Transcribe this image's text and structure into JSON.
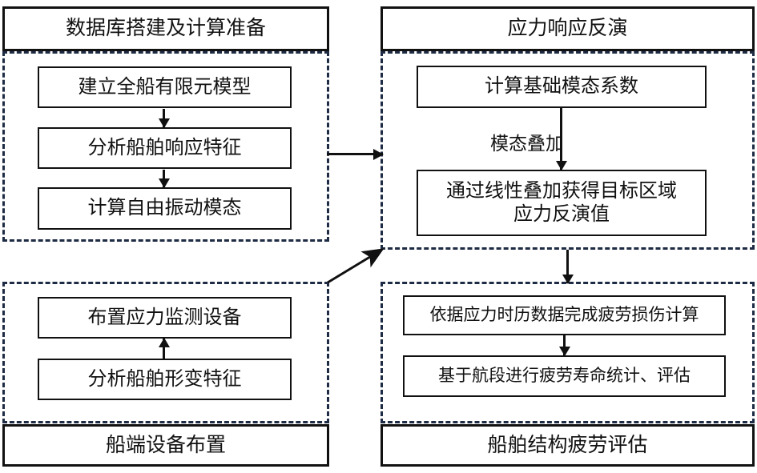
{
  "diagram": {
    "title_quadrants": 4,
    "colors": {
      "solid_stroke": "#111111",
      "dashed_stroke": "#1e2b44",
      "background": "#ffffff"
    },
    "quadrants": [
      {
        "id": "database-setup",
        "header_position": "top",
        "header": "数据库搭建及计算准备",
        "steps": [
          "建立全船有限元模型",
          "分析船舶响应特征",
          "计算自由振动模态"
        ],
        "step_flow": "downward"
      },
      {
        "id": "stress-response-inversion",
        "header_position": "top",
        "header": "应力响应反演",
        "steps": [
          "计算基础模态系数",
          "通过线性叠加获得目标区域应力反演值"
        ],
        "steps_lines": [
          [
            "计算基础模态系数"
          ],
          [
            "通过线性叠加获得目标区域",
            "应力反演值"
          ]
        ],
        "edge_label": "模态叠加",
        "step_flow": "downward"
      },
      {
        "id": "shipboard-equipment-layout",
        "header_position": "bottom",
        "header": "船端设备布置",
        "steps": [
          "布置应力监测设备",
          "分析船舶形变特征"
        ],
        "step_flow": "upward"
      },
      {
        "id": "ship-structure-fatigue-assessment",
        "header_position": "bottom",
        "header": "船舶结构疲劳评估",
        "steps": [
          "依据应力时历数据完成疲劳损伤计算",
          "基于航段进行疲劳寿命统计、评估"
        ],
        "step_flow": "downward"
      }
    ],
    "connectors": [
      {
        "id": "setup-to-inversion",
        "direction": "right",
        "from": "database-setup",
        "to": "stress-response-inversion"
      },
      {
        "id": "equipment-to-inversion",
        "direction": "diagonal-up-right",
        "from": "shipboard-equipment-layout",
        "to": "stress-response-inversion"
      },
      {
        "id": "inversion-to-fatigue",
        "direction": "down",
        "from": "stress-response-inversion",
        "to": "ship-structure-fatigue-assessment"
      }
    ]
  }
}
